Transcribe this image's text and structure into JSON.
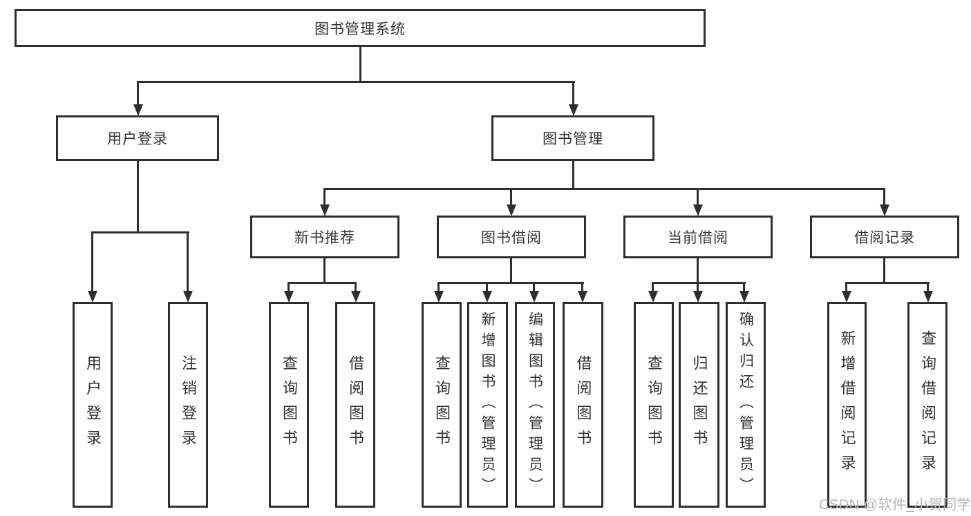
{
  "colors": {
    "line": "#2e2e2e",
    "text": "#333333",
    "box_background": "#ffffff",
    "watermark": "#b5b5b5"
  },
  "watermark": {
    "text": "CSDN @软件_小贺同学"
  },
  "nodes": {
    "root": {
      "label": "图书管理系统"
    },
    "level2": {
      "user_login": {
        "label": "用户登录"
      },
      "book_management": {
        "label": "图书管理"
      }
    },
    "level3": {
      "new_book_recommend": {
        "label": "新书推荐"
      },
      "book_borrow": {
        "label": "图书借阅"
      },
      "current_borrow": {
        "label": "当前借阅"
      },
      "borrow_records": {
        "label": "借阅记录"
      }
    },
    "leaves": {
      "user_login_group": [
        {
          "label": "用户登录"
        },
        {
          "label": "注销登录"
        }
      ],
      "new_book_group": [
        {
          "label": "查询图书"
        },
        {
          "label": "借阅图书"
        }
      ],
      "book_borrow_group": [
        {
          "label": "查询图书"
        },
        {
          "label": "新增图书（管理员）"
        },
        {
          "label": "编辑图书（管理员）"
        },
        {
          "label": "借阅图书"
        }
      ],
      "current_borrow_group": [
        {
          "label": "查询图书"
        },
        {
          "label": "归还图书"
        },
        {
          "label": "确认归还（管理员）"
        }
      ],
      "records_group": [
        {
          "label": "新增借阅记录"
        },
        {
          "label": "查询借阅记录"
        }
      ]
    }
  }
}
